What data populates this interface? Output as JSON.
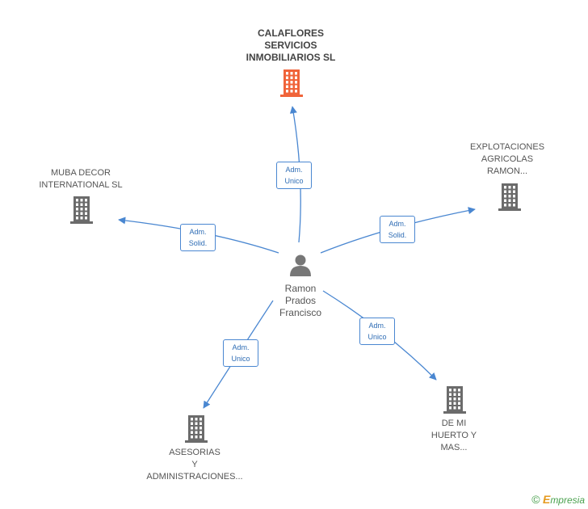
{
  "center_person": {
    "name_lines": [
      "Ramon",
      "Prados",
      "Francisco"
    ],
    "icon": "person-icon"
  },
  "companies": [
    {
      "id": "calaflores",
      "lines": [
        "CALAFLORES",
        "SERVICIOS",
        "INMOBILIARIOS SL"
      ],
      "highlight": true,
      "icon": "building-icon",
      "color": "#f0643a"
    },
    {
      "id": "muba",
      "lines": [
        "MUBA DECOR",
        "INTERNATIONAL SL"
      ],
      "highlight": false,
      "icon": "building-icon",
      "color": "#6b6b6b"
    },
    {
      "id": "explotaciones",
      "lines": [
        "EXPLOTACIONES",
        "AGRICOLAS",
        "RAMON..."
      ],
      "highlight": false,
      "icon": "building-icon",
      "color": "#6b6b6b"
    },
    {
      "id": "asesorias",
      "lines": [
        "ASESORIAS",
        "Y",
        "ADMINISTRACIONES..."
      ],
      "highlight": false,
      "icon": "building-icon",
      "color": "#6b6b6b"
    },
    {
      "id": "demihuerto",
      "lines": [
        "DE MI",
        "HUERTO Y",
        "MAS..."
      ],
      "highlight": false,
      "icon": "building-icon",
      "color": "#6b6b6b"
    }
  ],
  "relations": [
    {
      "to": "calaflores",
      "role_lines": [
        "Adm.",
        "Unico"
      ]
    },
    {
      "to": "muba",
      "role_lines": [
        "Adm.",
        "Solid."
      ]
    },
    {
      "to": "explotaciones",
      "role_lines": [
        "Adm.",
        "Solid."
      ]
    },
    {
      "to": "asesorias",
      "role_lines": [
        "Adm.",
        "Unico"
      ]
    },
    {
      "to": "demihuerto",
      "role_lines": [
        "Adm.",
        "Unico"
      ]
    }
  ],
  "colors": {
    "edge": "#4a87d1",
    "highlight": "#f0643a",
    "building": "#6b6b6b",
    "person": "#777777"
  },
  "brand": {
    "copyright": "©",
    "initial": "E",
    "rest": "mpresia"
  }
}
